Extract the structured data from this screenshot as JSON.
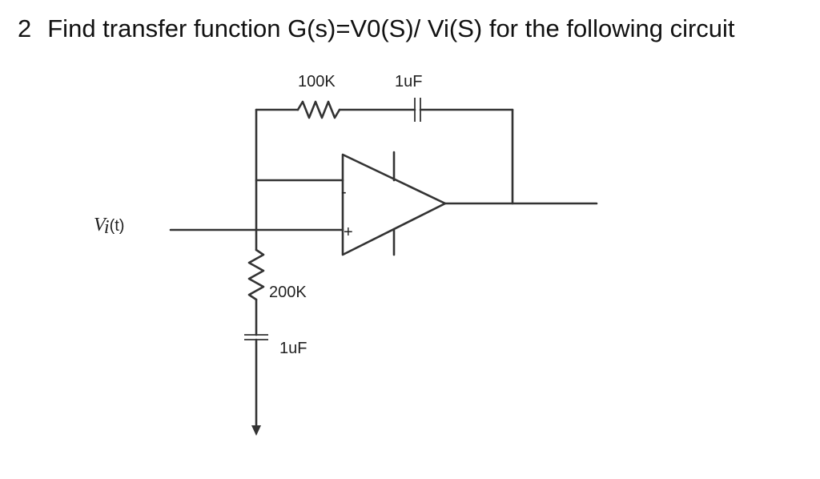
{
  "question": {
    "number": "2",
    "text": "Find transfer function G(s)=V0(S)/ Vi(S) for the following circuit"
  },
  "circuit": {
    "feedback_resistor_label": "100K",
    "feedback_capacitor_label": "1uF",
    "ground_resistor_label": "200K",
    "ground_capacitor_label": "1uF",
    "input_label_v": "V",
    "input_label_sub": "i",
    "input_label_t": "(t)",
    "inverting_sign": "-",
    "noninverting_sign": "+"
  }
}
